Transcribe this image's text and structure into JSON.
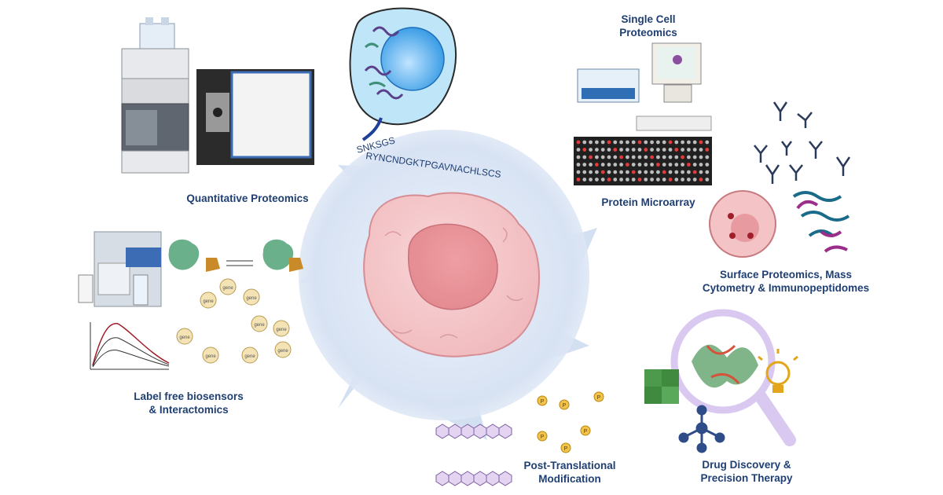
{
  "labels": {
    "quantitative": [
      "Quantitative Proteomics"
    ],
    "single_cell": [
      "Single Cell",
      "Proteomics"
    ],
    "microarray": [
      "Protein Microarray"
    ],
    "surface": [
      "Surface Proteomics, Mass",
      "Cytometry & Immunopeptidomes"
    ],
    "biosensors": [
      "Label free biosensors",
      "& Interactomics"
    ],
    "ptm": [
      "Post-Translational",
      "Modification"
    ],
    "drug": [
      "Drug Discovery &",
      "Precision Therapy"
    ]
  },
  "peptide_sequence": "RYNCNDGKTPGAVNACHLSCS",
  "peptide_prefix": "SNKSGS",
  "network_nodes": [
    "gene",
    "gene",
    "gene",
    "gene",
    "gene",
    "gene",
    "gene",
    "gene",
    "gene"
  ],
  "phospho_label": "P",
  "colors": {
    "label_text": "#1f3f73",
    "cell_fill": "#f6c6c8",
    "nucleus_fill": "#e89a9e",
    "ray_fill": "#c9d8ee",
    "lens_ring": "#d9c8f0"
  },
  "icons": [
    "lc-ms-instrument-icon",
    "mass-spectrometer-icon",
    "cell-protein-icon",
    "computer-icon",
    "microarray-icon",
    "antibody-icon",
    "tumor-cell-icon",
    "biosensor-instrument-icon",
    "protein-complex-icon",
    "magnifier-icon",
    "puzzle-icon",
    "lightbulb-icon",
    "network-icon",
    "ptm-chain-icon"
  ]
}
